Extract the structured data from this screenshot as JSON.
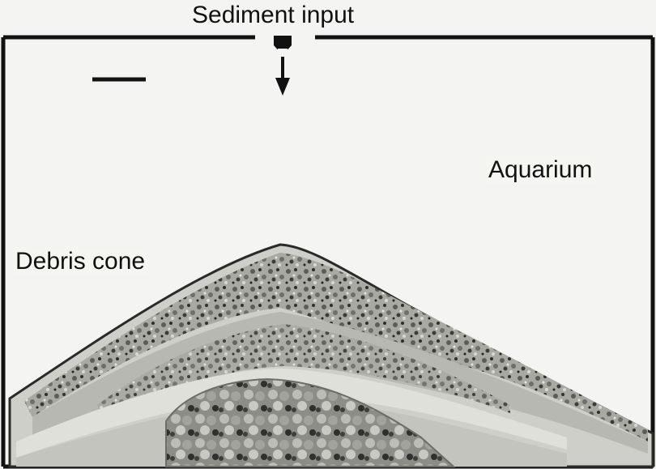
{
  "labels": {
    "sediment_input": "Sediment input",
    "aquarium": "Aquarium",
    "debris_cone": "Debris cone"
  },
  "colors": {
    "background": "#f4f4f2",
    "frame": "#111111",
    "cone_gravel": "#8c8c86",
    "cone_sand": "#c9c9c3",
    "cone_fine": "#dadad4"
  },
  "icons": {
    "arrow": "down-arrow-icon",
    "scale_bar": "scale-bar"
  }
}
